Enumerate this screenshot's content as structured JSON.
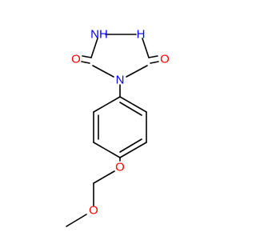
{
  "molecule": {
    "colors": {
      "bond": "#000000",
      "nitrogen": "#0000ff",
      "oxygen": "#ff0000",
      "background": "#ffffff"
    },
    "atoms": [
      {
        "id": "nh_left",
        "text": "NH",
        "element": "N"
      },
      {
        "id": "nh_right",
        "text": "H",
        "element": "N"
      },
      {
        "id": "o_carbonyl_left",
        "text": "O",
        "element": "O"
      },
      {
        "id": "o_carbonyl_right",
        "text": "O",
        "element": "O"
      },
      {
        "id": "n_ring",
        "text": "N",
        "element": "N"
      },
      {
        "id": "o_ether",
        "text": "O",
        "element": "O"
      },
      {
        "id": "o_methoxy",
        "text": "O",
        "element": "O"
      }
    ]
  }
}
